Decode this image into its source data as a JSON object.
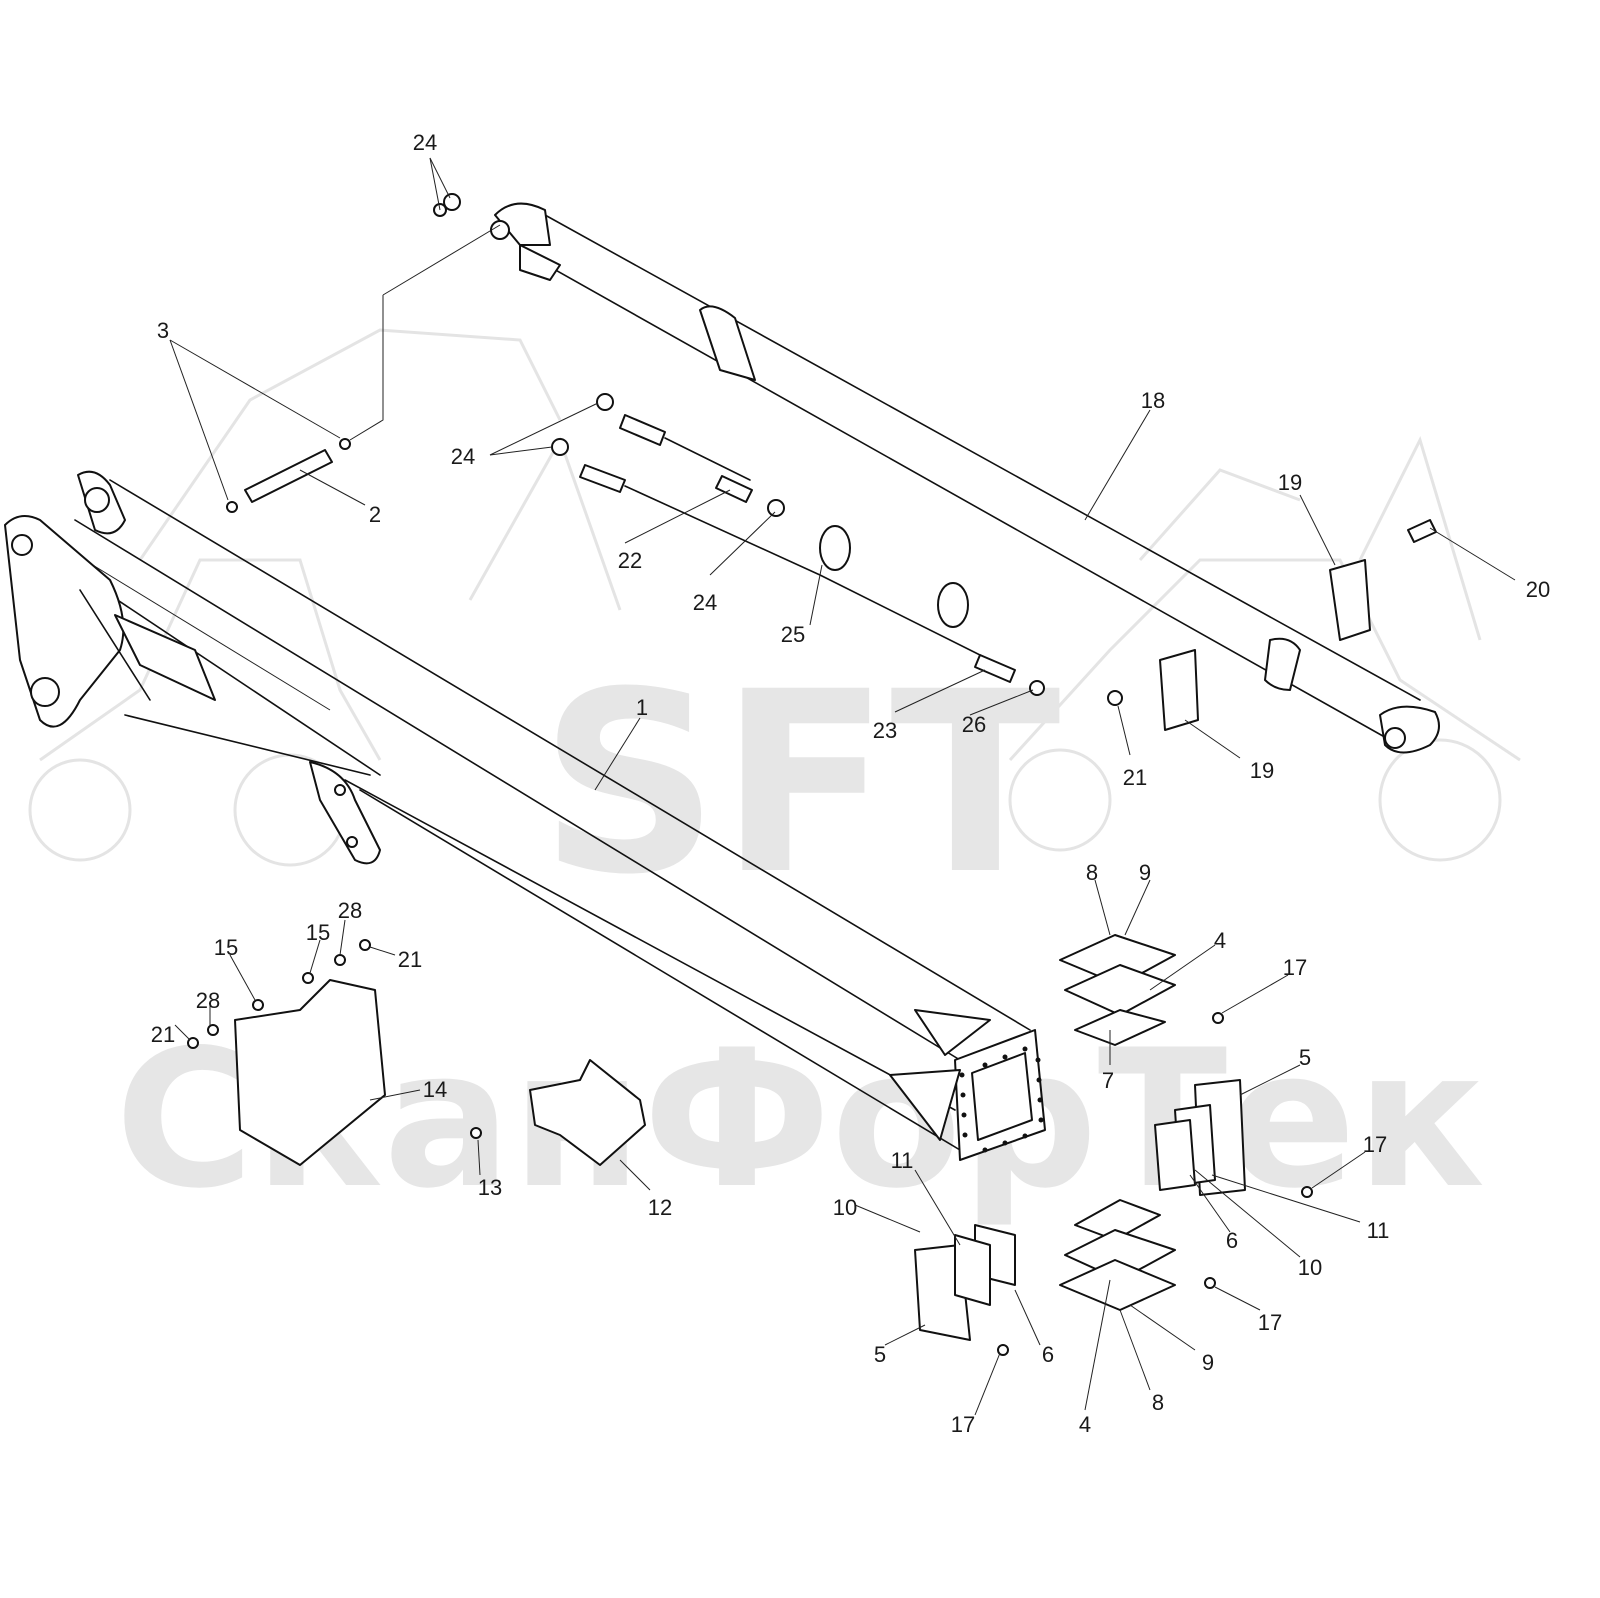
{
  "watermark": {
    "brand": "SFT",
    "company": "СканФорТек"
  },
  "colors": {
    "line": "#111111",
    "watermark": "#e6e6e6",
    "background": "#ffffff"
  },
  "callouts": [
    {
      "id": "c1",
      "label": "1"
    },
    {
      "id": "c2",
      "label": "2"
    },
    {
      "id": "c3",
      "label": "3"
    },
    {
      "id": "c4a",
      "label": "4"
    },
    {
      "id": "c4b",
      "label": "4"
    },
    {
      "id": "c5a",
      "label": "5"
    },
    {
      "id": "c5b",
      "label": "5"
    },
    {
      "id": "c6a",
      "label": "6"
    },
    {
      "id": "c6b",
      "label": "6"
    },
    {
      "id": "c7",
      "label": "7"
    },
    {
      "id": "c8a",
      "label": "8"
    },
    {
      "id": "c8b",
      "label": "8"
    },
    {
      "id": "c9a",
      "label": "9"
    },
    {
      "id": "c9b",
      "label": "9"
    },
    {
      "id": "c10a",
      "label": "10"
    },
    {
      "id": "c10b",
      "label": "10"
    },
    {
      "id": "c11a",
      "label": "11"
    },
    {
      "id": "c11b",
      "label": "11"
    },
    {
      "id": "c12",
      "label": "12"
    },
    {
      "id": "c13",
      "label": "13"
    },
    {
      "id": "c14",
      "label": "14"
    },
    {
      "id": "c15a",
      "label": "15"
    },
    {
      "id": "c15b",
      "label": "15"
    },
    {
      "id": "c17a",
      "label": "17"
    },
    {
      "id": "c17b",
      "label": "17"
    },
    {
      "id": "c17c",
      "label": "17"
    },
    {
      "id": "c17d",
      "label": "17"
    },
    {
      "id": "c18",
      "label": "18"
    },
    {
      "id": "c19a",
      "label": "19"
    },
    {
      "id": "c19b",
      "label": "19"
    },
    {
      "id": "c20",
      "label": "20"
    },
    {
      "id": "c21a",
      "label": "21"
    },
    {
      "id": "c21b",
      "label": "21"
    },
    {
      "id": "c21c",
      "label": "21"
    },
    {
      "id": "c22",
      "label": "22"
    },
    {
      "id": "c23",
      "label": "23"
    },
    {
      "id": "c24a",
      "label": "24"
    },
    {
      "id": "c24b",
      "label": "24"
    },
    {
      "id": "c24c",
      "label": "24"
    },
    {
      "id": "c25",
      "label": "25"
    },
    {
      "id": "c26",
      "label": "26"
    },
    {
      "id": "c28a",
      "label": "28"
    },
    {
      "id": "c28b",
      "label": "28"
    }
  ]
}
